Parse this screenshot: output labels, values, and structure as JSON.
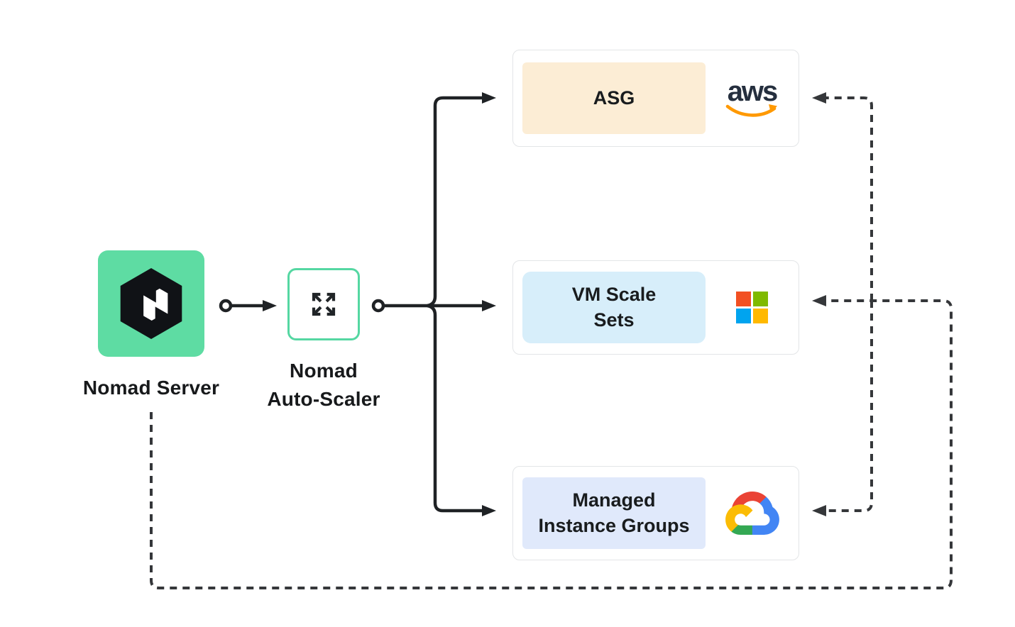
{
  "nodes": {
    "nomad_server": {
      "label": "Nomad Server",
      "brand_color": "#5EDCA3"
    },
    "nomad_autoscaler": {
      "label_line1": "Nomad",
      "label_line2": "Auto-Scaler",
      "border_color": "#55D7A2",
      "icon": "expand-arrows-icon"
    }
  },
  "targets": [
    {
      "id": "aws-asg",
      "label_lines": [
        "ASG"
      ],
      "provider_icon": "aws-logo",
      "tint": "#FCEDD5"
    },
    {
      "id": "azure-vmss",
      "label_lines": [
        "VM Scale",
        "Sets"
      ],
      "provider_icon": "microsoft-azure-logo",
      "tint": "#D7EEFA"
    },
    {
      "id": "gcp-mig",
      "label_lines": [
        "Managed",
        "Instance Groups"
      ],
      "provider_icon": "google-cloud-logo",
      "tint": "#E0E9FB"
    }
  ],
  "aws_logo_text": "aws",
  "colors": {
    "background": "#FFFFFF",
    "solid_line": "#1F2225",
    "dashed_line": "#35373A",
    "card_border": "#E3E5E7",
    "nomad_green": "#5EDCA3",
    "nomad_logo_black": "#101216",
    "aws_navy": "#252F3E",
    "aws_orange": "#FF9900",
    "ms_red": "#F25022",
    "ms_green": "#7FBA00",
    "ms_blue": "#00A4EF",
    "ms_yellow": "#FFB900",
    "gcp_blue": "#4285F4",
    "gcp_red": "#EA4335",
    "gcp_yellow": "#FBBC05",
    "gcp_green": "#34A853"
  }
}
